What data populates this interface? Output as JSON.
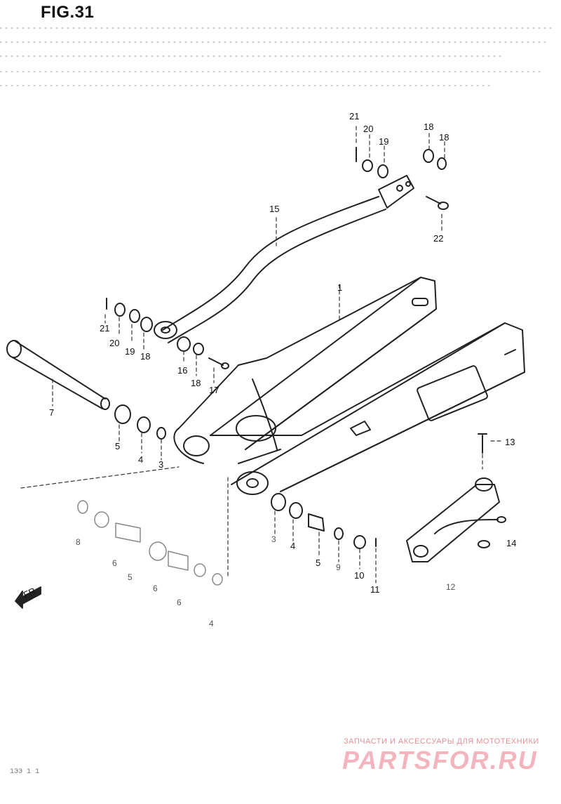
{
  "figure": {
    "title": "FIG.31",
    "page_code": "1ЭЭ  1 1"
  },
  "callouts": {
    "c21_top": "21",
    "c20_top": "20",
    "c19_top": "19",
    "c18_top_a": "18",
    "c18_top_b": "18",
    "c15": "15",
    "c22": "22",
    "c1": "1",
    "c21_left": "21",
    "c20_left": "20",
    "c19_left": "19",
    "c18_left": "18",
    "c16": "16",
    "c18_mid": "18",
    "c17": "17",
    "c7": "7",
    "c5_left": "5",
    "c4_left": "4",
    "c3_left": "3",
    "c13": "13",
    "c14": "14",
    "c12": "12",
    "c3_right": "3",
    "c4_right": "4",
    "c5_right": "5",
    "c9": "9",
    "c10": "10",
    "c11": "11",
    "c8": "8",
    "c6_a": "6",
    "c5_faint": "5",
    "c6_b": "6",
    "c6_c": "6",
    "c4_faint": "4",
    "fr_arrow": "FR"
  },
  "watermark": {
    "tagline": "ЗАПЧАСТИ И АКСЕССУАРЫ ДЛЯ МОТОТЕХНИКИ",
    "logo": "PARTSFOR.RU"
  }
}
